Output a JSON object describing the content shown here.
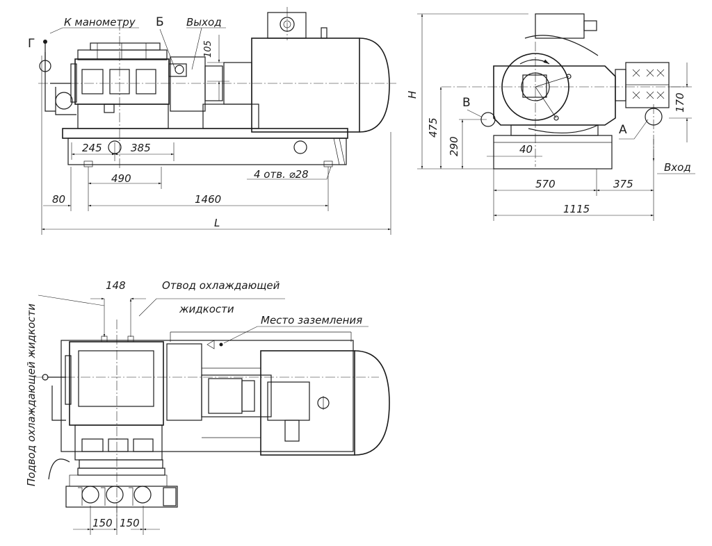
{
  "labels": {
    "to_manometer": "К манометру",
    "letter_g": "Г",
    "letter_b_cyr": "Б",
    "outlet": "Выход",
    "inlet": "Вход",
    "letter_v": "В",
    "letter_a": "А",
    "holes": "4 отв. ⌀28",
    "coolant_outlet_line1": "Отвод охлаждающей",
    "coolant_outlet_line2": "жидкости",
    "grounding": "Место заземления",
    "coolant_inlet": "Подвод охлаждающей жидкости"
  },
  "dimensions": {
    "d105": "105",
    "d245": "245",
    "d385": "385",
    "d490": "490",
    "d80": "80",
    "d1460": "1460",
    "dL": "L",
    "dH": "H",
    "d475": "475",
    "d290": "290",
    "d40": "40",
    "d170": "170",
    "d570": "570",
    "d375": "375",
    "d1115": "1115",
    "d148": "148",
    "d150a": "150",
    "d150b": "150"
  }
}
